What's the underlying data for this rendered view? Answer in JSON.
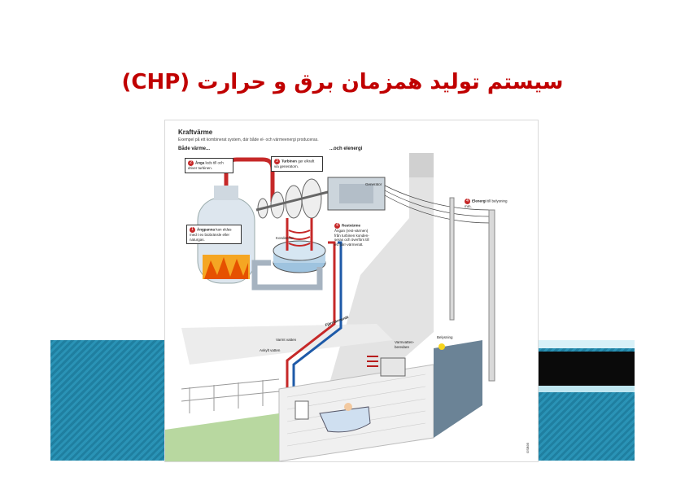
{
  "slide": {
    "title": "سیستم تولید همزمان برق و حرارت (CHP)",
    "colors": {
      "title": "#c00000",
      "band_teal": "#2a93b6",
      "band_black": "#0a0a0a"
    }
  },
  "diagram": {
    "title": "Kraftvärme",
    "subtitle": "Exempel på ett kombinerat system, där både el- och värmeenergi produceras.",
    "left_heading": "Både värme...",
    "right_heading": "...och elenergi",
    "steps": [
      {
        "number": "1",
        "title": "Ångpanna",
        "text": "kan eldas med t ex biobränsle eller naturgas."
      },
      {
        "number": "2",
        "title": "Ånga",
        "text": "leds till och driver turbinen."
      },
      {
        "number": "3",
        "title": "Turbinen",
        "text": "ger elkraft via generatorn."
      },
      {
        "number": "4",
        "title": "Restvärme",
        "text": "Ångan (rest-värmen) från turbinen konden-seras och överförs till ett fjärr-värmenät."
      },
      {
        "number": "4",
        "title": "Elenergi",
        "text": "till belysning mm."
      }
    ],
    "labels": {
      "generator": "Generator",
      "kondensor": "Kondensor",
      "fjarrvarmenat": "Fjärrvärmenät",
      "varmt_vatten": "Varmt vatten",
      "avkylt_vatten": "Avkylt vatten",
      "varmvattenberedare": "Varmvatten-beredare",
      "belysning": "Belysning"
    },
    "corner_code": "GSB95"
  }
}
